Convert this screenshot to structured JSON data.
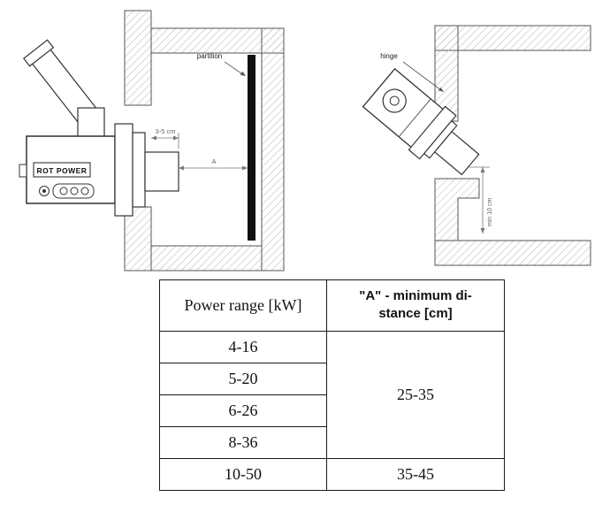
{
  "left_diagram": {
    "partition_label": "partition",
    "dim_protrusion": "3-5 cm",
    "dim_a": "A",
    "device_name": "ROT POWER"
  },
  "right_diagram": {
    "hinge_label": "hinge",
    "dim_min": "min 10 cm"
  },
  "table": {
    "header_power": "Power range [kW]",
    "header_distance_line1": "\"A\" - minimum di-",
    "header_distance_line2": "stance [cm]",
    "power_rows": [
      "4-16",
      "5-20",
      "6-26",
      "8-36"
    ],
    "merged_distance": "25-35",
    "last_power": "10-50",
    "last_distance": "35-45"
  },
  "colors": {
    "partition_bar": "#111111",
    "wall_hatch": "#b5b5b5",
    "outline": "#333333",
    "dimension": "#777777"
  }
}
